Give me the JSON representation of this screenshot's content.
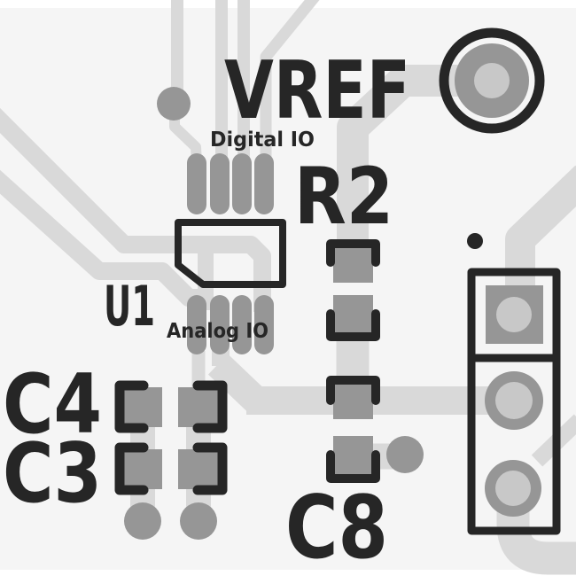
{
  "view": {
    "type": "pcb-layout-top-view",
    "description": "Zoomed PCB board render with silkscreen designators, copper traces, SMD pads, vias and a 3-pin connector"
  },
  "colors": {
    "background": "#f5f5f5",
    "margin": "#ffffff",
    "trace": "#d9d9d9",
    "pad": "#969696",
    "hole": "#c8c8c8",
    "silkscreen": "#262626"
  },
  "silkscreen_labels": {
    "vref": "VREF",
    "digital_io": "Digital IO",
    "analog_io": "Analog IO",
    "u1": "U1",
    "r2": "R2",
    "c4": "C4",
    "c3": "C3",
    "c8": "C8"
  },
  "components": [
    {
      "label": "VREF",
      "description": "Large circular through-hole pad, top right"
    },
    {
      "label": "U1",
      "description": "IC footprint with chamfered outline, 4 Digital IO pads above, 4 Analog IO pads below"
    },
    {
      "label": "R2",
      "description": "Two-pad footprint with bracket silkscreen marks"
    },
    {
      "label": "C8",
      "description": "Two-pad footprint below R2 with bracket silkscreen marks and via"
    },
    {
      "label": "C4",
      "description": "Two-pad capacitor footprint, left group top row"
    },
    {
      "label": "C3",
      "description": "Two-pad capacitor footprint, left group bottom row"
    },
    {
      "label": "connector",
      "description": "3-position header: one square pad and two round pads, black outline, right side"
    },
    {
      "label": "pin1-dot",
      "description": "Small black round marker above connector"
    }
  ]
}
